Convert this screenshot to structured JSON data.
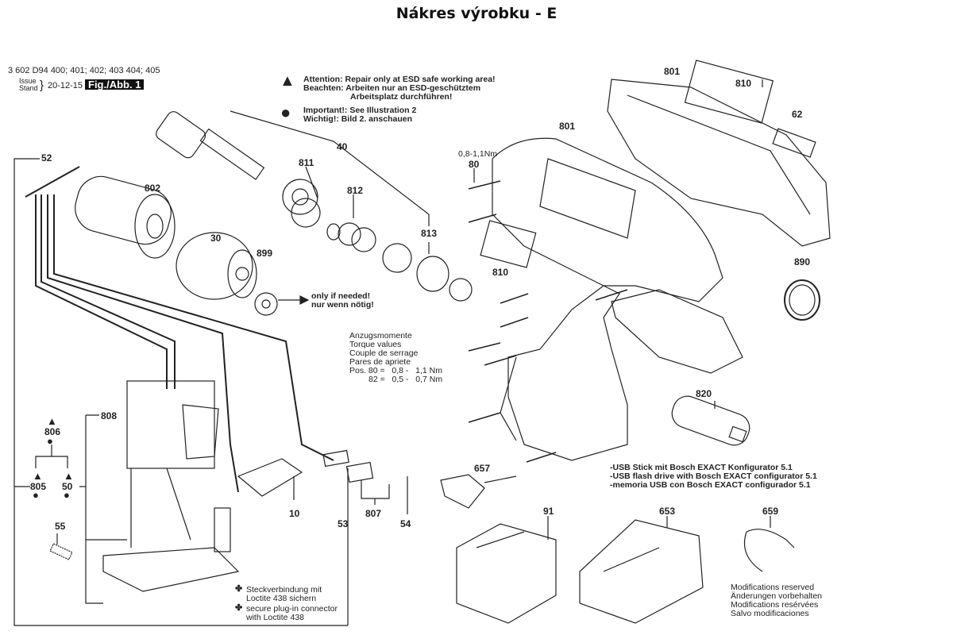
{
  "page_title": "Nákres výrobku - E",
  "header": {
    "model_numbers": "3 602 D94 400; 401; 402; 403 404; 405",
    "issue_label": "Issue",
    "stand_label": "Stand",
    "issue_date": "20-12-15",
    "figure_label": "Fig./Abb. 1"
  },
  "notes": {
    "attention_line1": "Attention:  Repair only at ESD safe working area!",
    "attention_line2": "Beachten:  Arbeiten nur an ESD-geschütztem",
    "attention_line3": "Arbeitsplatz durchführen!",
    "important_line1": "Important!:  See Illustration 2",
    "important_line2": "Wichtig!:     Bild 2. anschauen",
    "only_if_needed_1": "only if needed!",
    "only_if_needed_2": "nur wenn nötig!",
    "torque_title_de": "Anzugsmomente",
    "torque_title_en": "Torque values",
    "torque_title_fr": "Couple de serrage",
    "torque_title_es": "Pares de apriete",
    "torque_row1": "Pos. 80 =   0,8 -   1,1 Nm",
    "torque_row2": "82 =   0,5 -   0,7 Nm",
    "screw_torque": "0,8-1,1Nm",
    "usb_de": "-USB Stick mit Bosch EXACT Konfigurator 5.1",
    "usb_en": "-USB flash drive with Bosch EXACT configurator 5.1",
    "usb_es": "-memoria USB con Bosch EXACT configurador 5.1",
    "loctite_de_1": "Steckverbindung mit",
    "loctite_de_2": "Loctite 438 sichern",
    "loctite_en_1": "secure plug-in connector",
    "loctite_en_2": "with Loctite 438",
    "mods_en": "Modifications reserved",
    "mods_de": "Änderungen vorbehalten",
    "mods_fr": "Modifications resérvées",
    "mods_es": "Salvo modificaciones"
  },
  "part_numbers": {
    "p52": "52",
    "p802": "802",
    "p30": "30",
    "p899": "899",
    "p811": "811",
    "p40": "40",
    "p812": "812",
    "p813": "813",
    "p80": "80",
    "p801a": "801",
    "p801b": "801",
    "p810a": "810",
    "p62": "62",
    "p810b": "810",
    "p890": "890",
    "p820": "820",
    "p808": "808",
    "p806": "806",
    "p805": "805",
    "p50": "50",
    "p55": "55",
    "p10": "10",
    "p53": "53",
    "p807": "807",
    "p54": "54",
    "p657": "657",
    "p91": "91",
    "p653": "653",
    "p659": "659"
  }
}
